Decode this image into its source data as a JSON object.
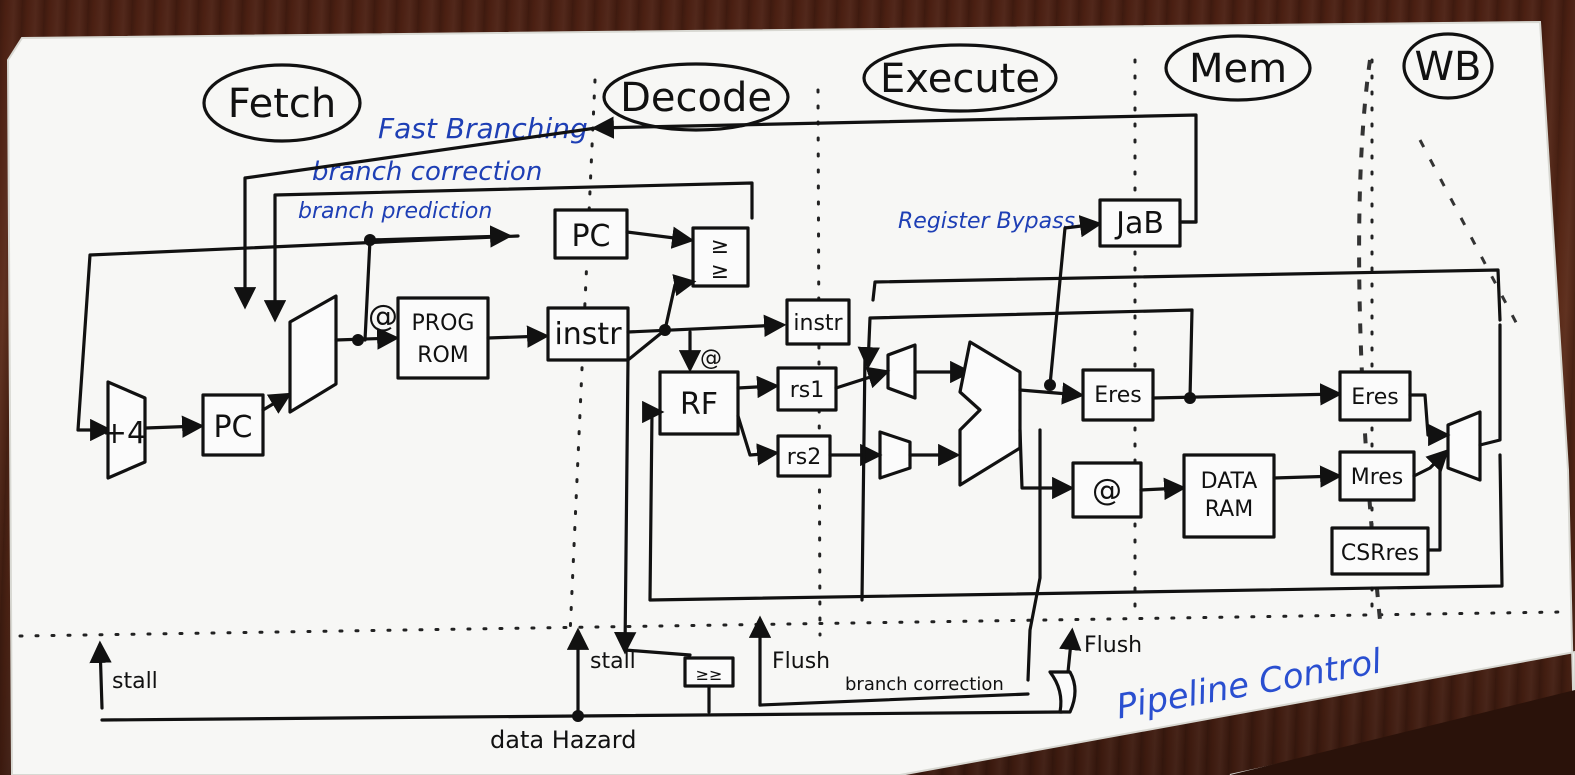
{
  "stages": {
    "fetch": "Fetch",
    "decode": "Decode",
    "execute": "Execute",
    "mem": "Mem",
    "wb": "WB"
  },
  "blocks": {
    "pc_top": "PC",
    "pc_fetch": "PC",
    "plus4": "+4",
    "prog_rom": "PROG\nROM",
    "instr_decode": "instr",
    "rf": "RF",
    "rs1": "rs1",
    "rs2": "rs2",
    "instr_exec": "instr",
    "jab": "JaB",
    "eres_exec": "Eres",
    "at_mem": "@",
    "data_ram": "DATA\nRAM",
    "eres_mem": "Eres",
    "mres": "Mres",
    "csrres": "CSRres"
  },
  "annotations": {
    "fast_branching": "Fast Branching",
    "branch_correction_top": "branch correction",
    "branch_prediction": "branch prediction",
    "register_bypass": "Register Bypass",
    "at_fetch": "@",
    "at_decode": "@",
    "stall_left": "stall",
    "stall_mid": "stall",
    "flush_mid": "Flush",
    "flush_right": "Flush",
    "branch_correction_bottom": "branch correction",
    "data_hazard": "data Hazard",
    "pipeline_control": "Pipeline Control"
  }
}
